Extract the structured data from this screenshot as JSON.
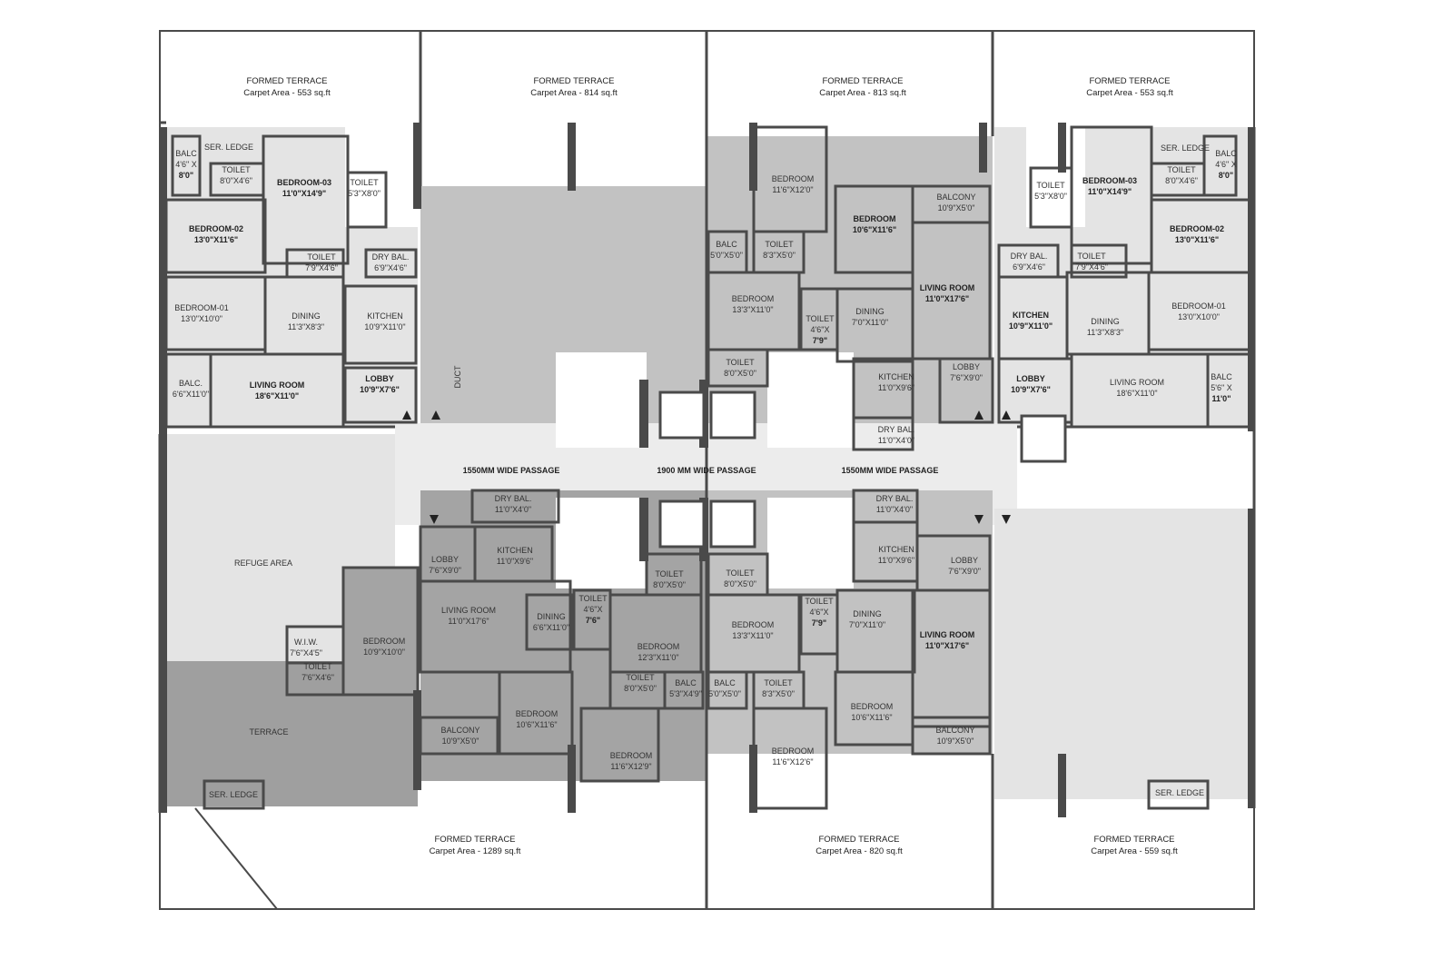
{
  "colors": {
    "wall": "#4a4a4a",
    "light_unit": "#e4e4e4",
    "mid_unit": "#c2c2c2",
    "dark_unit": "#a4a4a4",
    "passage": "#ececec",
    "terrace": "#9f9f9f"
  },
  "terraces": [
    {
      "title": "FORMED TERRACE",
      "area": "Carpet Area - 553 sq.ft"
    },
    {
      "title": "FORMED TERRACE",
      "area": "Carpet Area - 814 sq.ft"
    },
    {
      "title": "FORMED TERRACE",
      "area": "Carpet Area - 813 sq.ft"
    },
    {
      "title": "FORMED TERRACE",
      "area": "Carpet Area - 553 sq.ft"
    },
    {
      "title": "FORMED TERRACE",
      "area": "Carpet Area - 1289 sq.ft"
    },
    {
      "title": "FORMED TERRACE",
      "area": "Carpet Area - 820 sq.ft"
    },
    {
      "title": "FORMED TERRACE",
      "area": "Carpet Area - 559 sq.ft"
    }
  ],
  "passages": [
    "1550MM WIDE PASSAGE",
    "1900 MM WIDE PASSAGE",
    "1550MM WIDE PASSAGE"
  ],
  "rooms": [
    {
      "name": "BALC",
      "size": "4'6\" X",
      "size2": "8'0\""
    },
    {
      "name": "SER. LEDGE"
    },
    {
      "name": "TOILET",
      "size": "8'0\"X4'6\""
    },
    {
      "name": "BEDROOM-03",
      "size": "11'0\"X14'9\""
    },
    {
      "name": "TOILET",
      "size": "5'3\"X8'0\""
    },
    {
      "name": "BEDROOM-02",
      "size": "13'0\"X11'6\""
    },
    {
      "name": "TOILET",
      "size": "7'9\"X4'6\""
    },
    {
      "name": "DRY BAL.",
      "size": "6'9\"X4'6\""
    },
    {
      "name": "BEDROOM-01",
      "size": "13'0\"X10'0\""
    },
    {
      "name": "DINING",
      "size": "11'3\"X8'3\""
    },
    {
      "name": "KITCHEN",
      "size": "10'9\"X11'0\""
    },
    {
      "name": "BALC.",
      "size": "6'6\"X11'0\""
    },
    {
      "name": "LIVING ROOM",
      "size": "18'6\"X11'0\""
    },
    {
      "name": "LOBBY",
      "size": "10'9\"X7'6\""
    },
    {
      "name": "DUCT"
    },
    {
      "name": "BALC",
      "size": "5'0\"X5'0\""
    },
    {
      "name": "TOILET",
      "size": "8'3\"X5'0\""
    },
    {
      "name": "BEDROOM",
      "size": "11'6\"X12'0\""
    },
    {
      "name": "BEDROOM",
      "size": "10'6\"X11'6\""
    },
    {
      "name": "BALCONY",
      "size": "10'9\"X5'0\""
    },
    {
      "name": "LIVING ROOM",
      "size": "11'0\"X17'6\""
    },
    {
      "name": "BEDROOM",
      "size": "13'3\"X11'0\""
    },
    {
      "name": "TOILET",
      "size": "4'6\"X",
      "size2": "7'9\""
    },
    {
      "name": "DINING",
      "size": "7'0\"X11'0\""
    },
    {
      "name": "TOILET",
      "size": "8'0\"X5'0\""
    },
    {
      "name": "KITCHEN",
      "size": "11'0\"X9'6\""
    },
    {
      "name": "LOBBY",
      "size": "7'6\"X9'0\""
    },
    {
      "name": "DRY BAL.",
      "size": "11'0\"X4'0\""
    },
    {
      "name": "TOILET",
      "size": "5'3\"X8'0\""
    },
    {
      "name": "BEDROOM-03",
      "size": "11'0\"X14'9\""
    },
    {
      "name": "SER. LEDGE"
    },
    {
      "name": "BALC",
      "size": "4'6\" X",
      "size2": "8'0\""
    },
    {
      "name": "TOILET",
      "size": "8'0\"X4'6\""
    },
    {
      "name": "BEDROOM-02",
      "size": "13'0\"X11'6\""
    },
    {
      "name": "DRY BAL.",
      "size": "6'9\"X4'6\""
    },
    {
      "name": "TOILET",
      "size": "7'9\"X4'6\""
    },
    {
      "name": "KITCHEN",
      "size": "10'9\"X11'0\""
    },
    {
      "name": "DINING",
      "size": "11'3\"X8'3\""
    },
    {
      "name": "BEDROOM-01",
      "size": "13'0\"X10'0\""
    },
    {
      "name": "LOBBY",
      "size": "10'9\"X7'6\""
    },
    {
      "name": "LIVING ROOM",
      "size": "18'6\"X11'0\""
    },
    {
      "name": "BALC",
      "size": "5'6\" X",
      "size2": "11'0\""
    },
    {
      "name": "REFUGE AREA"
    },
    {
      "name": "BEDROOM",
      "size": "10'9\"X10'0\""
    },
    {
      "name": "W.I.W.",
      "size": "7'6\"X4'5\""
    },
    {
      "name": "TOILET",
      "size": "7'6\"X4'6\""
    },
    {
      "name": "TERRACE"
    },
    {
      "name": "SER. LEDGE"
    },
    {
      "name": "DRY BAL.",
      "size": "11'0\"X4'0\""
    },
    {
      "name": "LOBBY",
      "size": "7'6\"X9'0\""
    },
    {
      "name": "KITCHEN",
      "size": "11'0\"X9'6\""
    },
    {
      "name": "LIVING ROOM",
      "size": "11'0\"X17'6\""
    },
    {
      "name": "DINING",
      "size": "6'6\"X11'0\""
    },
    {
      "name": "TOILET",
      "size": "4'6\"X",
      "size2": "7'6\""
    },
    {
      "name": "TOILET",
      "size": "8'0\"X5'0\""
    },
    {
      "name": "BEDROOM",
      "size": "12'3\"X11'0\""
    },
    {
      "name": "BALC",
      "size": "5'3\"X4'9\""
    },
    {
      "name": "TOILET",
      "size": "8'0\"X5'0\""
    },
    {
      "name": "BEDROOM",
      "size": "10'6\"X11'6\""
    },
    {
      "name": "BALCONY",
      "size": "10'9\"X5'0\""
    },
    {
      "name": "BEDROOM",
      "size": "11'6\"X12'9\""
    },
    {
      "name": "DRY BAL.",
      "size": "11'0\"X4'0\""
    },
    {
      "name": "TOILET",
      "size": "8'0\"X5'0\""
    },
    {
      "name": "KITCHEN",
      "size": "11'0\"X9'6\""
    },
    {
      "name": "LOBBY",
      "size": "7'6\"X9'0\""
    },
    {
      "name": "BEDROOM",
      "size": "13'3\"X11'0\""
    },
    {
      "name": "TOILET",
      "size": "4'6\"X",
      "size2": "7'9\""
    },
    {
      "name": "DINING",
      "size": "7'0\"X11'0\""
    },
    {
      "name": "LIVING ROOM",
      "size": "11'0\"X17'6\""
    },
    {
      "name": "BALC",
      "size": "5'0\"X5'0\""
    },
    {
      "name": "TOILET",
      "size": "8'3\"X5'0\""
    },
    {
      "name": "BEDROOM",
      "size": "10'6\"X11'6\""
    },
    {
      "name": "BALCONY",
      "size": "10'9\"X5'0\""
    },
    {
      "name": "BEDROOM",
      "size": "11'6\"X12'6\""
    },
    {
      "name": "SER. LEDGE"
    }
  ]
}
